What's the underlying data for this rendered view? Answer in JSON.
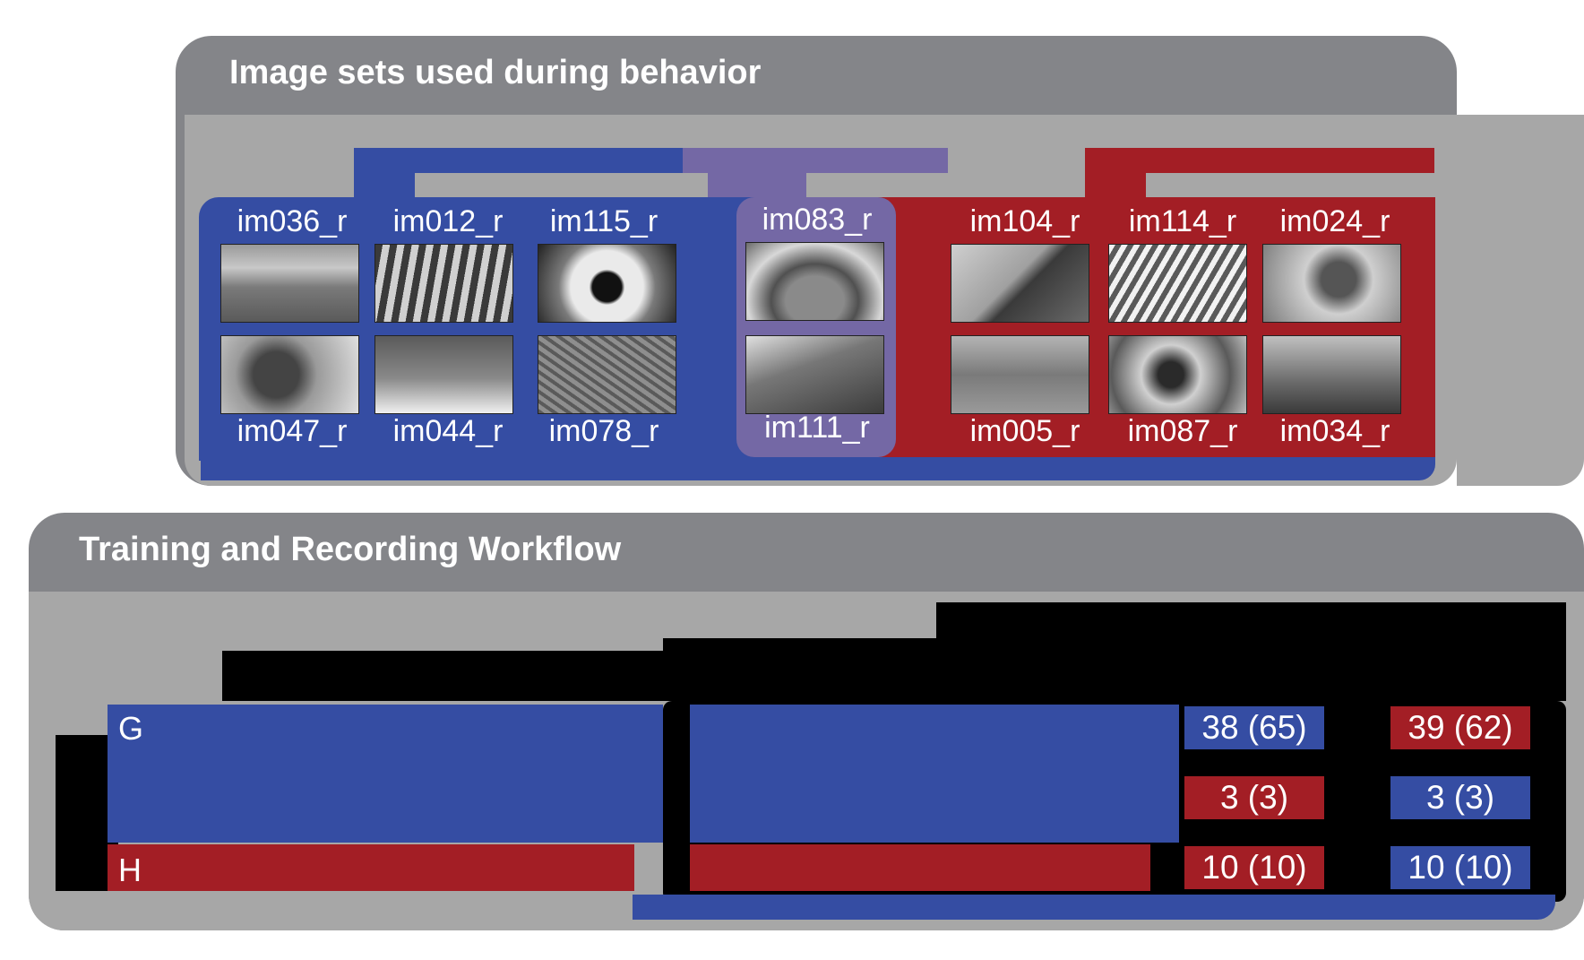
{
  "top": {
    "title": "Image sets used during behavior",
    "sets": {
      "blue": {
        "top_labels": [
          "im036_r",
          "im012_r",
          "im115_r"
        ],
        "bottom_labels": [
          "im047_r",
          "im044_r",
          "im078_r"
        ]
      },
      "purple": {
        "top_labels": [
          "im083_r"
        ],
        "bottom_labels": [
          "im111_r"
        ]
      },
      "red": {
        "top_labels": [
          "im104_r",
          "im114_r",
          "im024_r"
        ],
        "bottom_labels": [
          "im005_r",
          "im087_r",
          "im034_r"
        ]
      }
    }
  },
  "bottom": {
    "title": "Training and Recording Workflow",
    "rows": [
      {
        "label": "G"
      },
      {
        "label": "H"
      }
    ],
    "table": {
      "col1": [
        "38 (65)",
        "3 (3)",
        "10 (10)"
      ],
      "col2": [
        "39 (62)",
        "3 (3)",
        "10 (10)"
      ]
    }
  },
  "colors": {
    "blue": "#354da3",
    "purple": "#7468a5",
    "red": "#a31e25",
    "panel_dark": "#848589",
    "panel_light": "#a7a7a7",
    "black": "#000000"
  }
}
